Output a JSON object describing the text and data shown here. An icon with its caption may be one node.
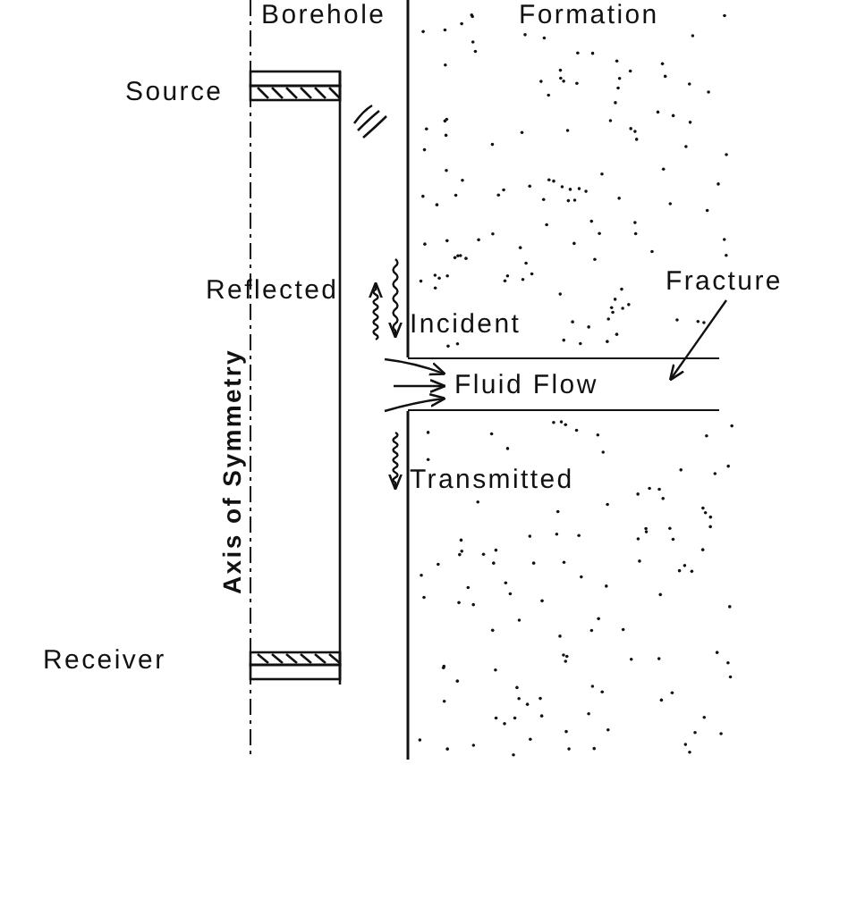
{
  "diagram": {
    "nodes": [
      {
        "text": [
          "Fracture"
        ]
      },
      {
        "text": [
          "Fluid Flow"
        ]
      }
    ],
    "edges": [
      {
        "from": 0,
        "to": 1,
        "arrow": "to"
      }
    ],
    "labels": [
      "Borehole",
      "Formation",
      "Source",
      "Reflected",
      "Incident",
      "Axis of Symmetry",
      "Transmitted",
      "Receiver"
    ]
  }
}
